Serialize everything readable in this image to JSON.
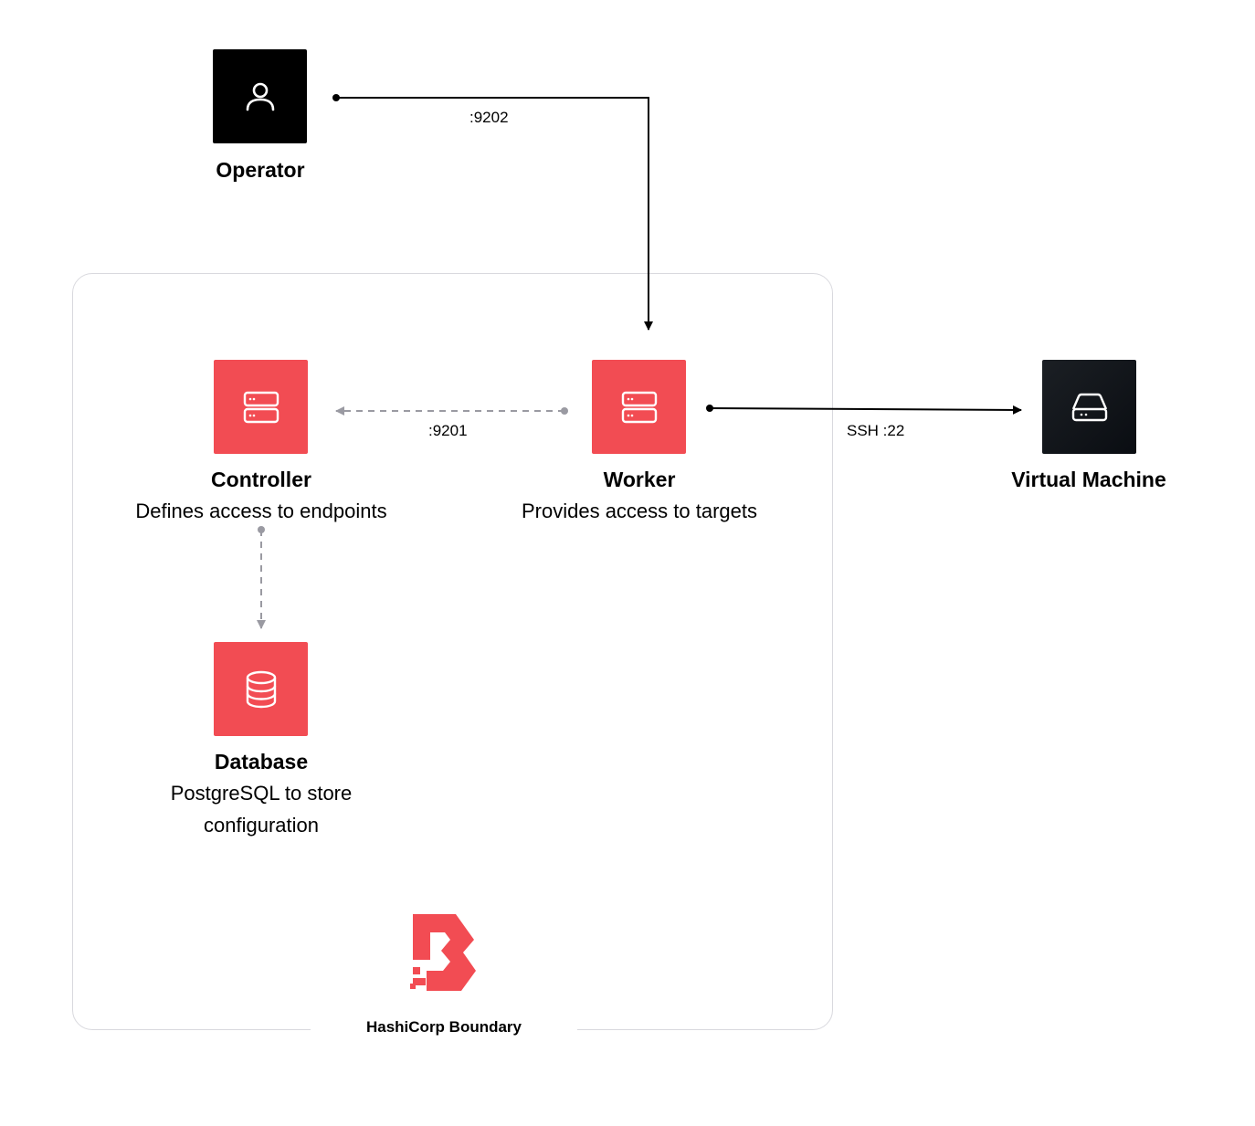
{
  "nodes": {
    "operator": {
      "title": "Operator"
    },
    "controller": {
      "title": "Controller",
      "description": "Defines access to endpoints"
    },
    "worker": {
      "title": "Worker",
      "description": "Provides access to targets"
    },
    "database": {
      "title": "Database",
      "description_line1": "PostgreSQL to store",
      "description_line2": "configuration"
    },
    "virtual_machine": {
      "title": "Virtual Machine"
    }
  },
  "edges": {
    "operator_to_worker": ":9202",
    "worker_to_controller": ":9201",
    "worker_to_vm": "SSH :22"
  },
  "boundary": {
    "caption": "HashiCorp Boundary"
  },
  "icons": {
    "operator": "user-icon",
    "controller": "server-icon",
    "worker": "server-icon",
    "database": "database-icon",
    "virtual_machine": "hard-drive-icon",
    "boundary_logo": "hashicorp-boundary-logo"
  },
  "colors": {
    "accent": "#f24c53",
    "dark": "#000000",
    "dashed": "#9a9aa2"
  }
}
